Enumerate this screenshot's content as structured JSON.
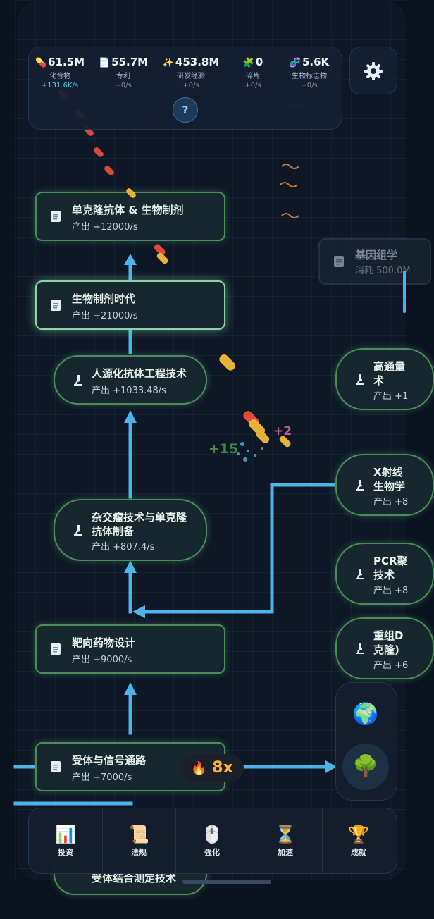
{
  "resources": [
    {
      "icon": "pill-icon",
      "glyph": "💊",
      "value": "61.5M",
      "name": "化合物",
      "rate": "+131.6K/s",
      "active": true
    },
    {
      "icon": "document-icon",
      "glyph": "📄",
      "value": "55.7M",
      "name": "专利",
      "rate": "+0/s",
      "active": false
    },
    {
      "icon": "sparkle-icon",
      "glyph": "✨",
      "value": "453.8M",
      "name": "研发经验",
      "rate": "+0/s",
      "active": false
    },
    {
      "icon": "puzzle-icon",
      "glyph": "🧩",
      "value": "0",
      "name": "碎片",
      "rate": "+0/s",
      "active": false
    },
    {
      "icon": "dna-icon",
      "glyph": "🧬",
      "value": "5.6K",
      "name": "生物标志物",
      "rate": "+0/s",
      "active": false
    }
  ],
  "help_label": "?",
  "nodes": {
    "monoclonal": {
      "title": "单克隆抗体 & 生物制剂",
      "sub": "产出 +12000/s"
    },
    "biologics": {
      "title": "生物制剂时代",
      "sub": "产出 +21000/s"
    },
    "humanized": {
      "title": "人源化抗体工程技术",
      "sub": "产出 +1033.48/s"
    },
    "hybridoma": {
      "title": "杂交瘤技术与单克隆抗体制备",
      "sub": "产出 +807.4/s"
    },
    "targeted": {
      "title": "靶向药物设计",
      "sub": "产出 +9000/s"
    },
    "receptor": {
      "title": "受体与信号通路",
      "sub": "产出 +7000/s"
    },
    "genomics": {
      "title": "基因组学",
      "sub": "消耗 500.0M"
    },
    "highthroughput": {
      "title": "高通量",
      "line2": "术",
      "sub": "产出 +1"
    },
    "xray": {
      "title": "X射线",
      "line2": "生物学",
      "sub": "产出 +8"
    },
    "pcr": {
      "title": "PCR聚",
      "line2": "技术",
      "sub": "产出 +8"
    },
    "recombinant": {
      "title": "重组D",
      "line2": "克隆)",
      "sub": "产出 +6"
    },
    "bottom_partial": {
      "title": "受体结合测定技术"
    }
  },
  "floating": {
    "plus15": "+15",
    "plus2": "+2"
  },
  "combo": {
    "icon": "fire-icon",
    "glyph": "🔥",
    "label": "8x"
  },
  "side_panel": [
    {
      "name": "globe-button",
      "glyph": "🌍"
    },
    {
      "name": "tree-button",
      "glyph": "🌳"
    }
  ],
  "tabs": [
    {
      "name": "tab-invest",
      "glyph": "📊",
      "label": "投资"
    },
    {
      "name": "tab-regulation",
      "glyph": "📜",
      "label": "法规"
    },
    {
      "name": "tab-enhance",
      "glyph": "🖱️",
      "label": "强化"
    },
    {
      "name": "tab-accelerate",
      "glyph": "⏳",
      "label": "加速"
    },
    {
      "name": "tab-achievement",
      "glyph": "🏆",
      "label": "成就"
    }
  ],
  "colors": {
    "accent": "#4fb3e8",
    "node_border": "#4f8c5c",
    "combo": "#ffb33a",
    "rate_active": "#4fd6e8"
  }
}
